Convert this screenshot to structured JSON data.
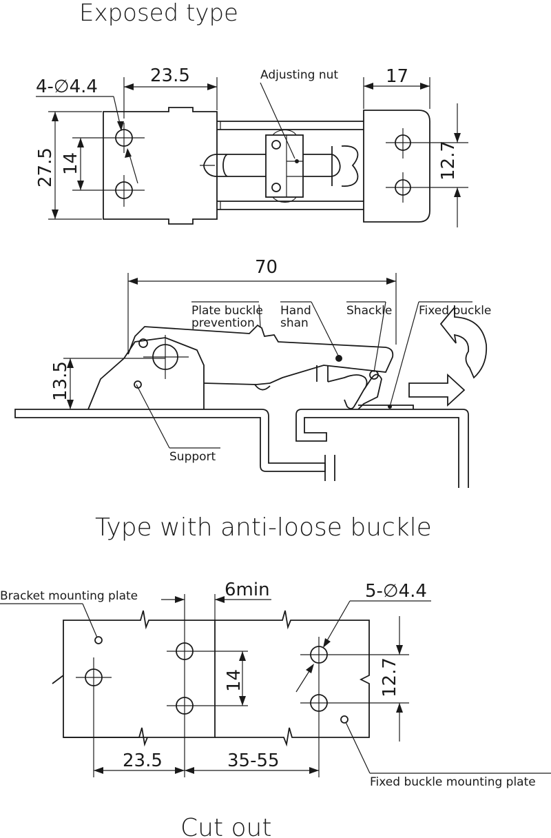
{
  "sections": {
    "exposed_type": "Exposed type",
    "anti_loose": "Type with anti-loose buckle",
    "cut_out": "Cut out"
  },
  "top_view": {
    "hole_spec": "4-∅4.4",
    "width_dim": "23.5",
    "adjusting_nut": "Adjusting nut",
    "buckle_width": "17",
    "height_dim": "27.5",
    "hole_spacing": "14",
    "buckle_hole_spacing": "12.7"
  },
  "side_view": {
    "length_dim": "70",
    "height_dim": "13.5",
    "plate_buckle_line1": "Plate buckle",
    "plate_buckle_line2": "prevention",
    "hand_line1": "Hand",
    "hand_line2": "shan",
    "shackle": "Shackle",
    "fixed_buckle": "Fixed buckle",
    "support": "Support"
  },
  "cutout_view": {
    "bracket_plate": "Bracket mounting plate",
    "gap_dim": "6min",
    "hole_spec": "5-∅4.4",
    "hole_spacing": "14",
    "buckle_hole_spacing": "12.7",
    "left_dim": "23.5",
    "range_dim": "35-55",
    "fixed_plate": "Fixed buckle mounting plate"
  }
}
